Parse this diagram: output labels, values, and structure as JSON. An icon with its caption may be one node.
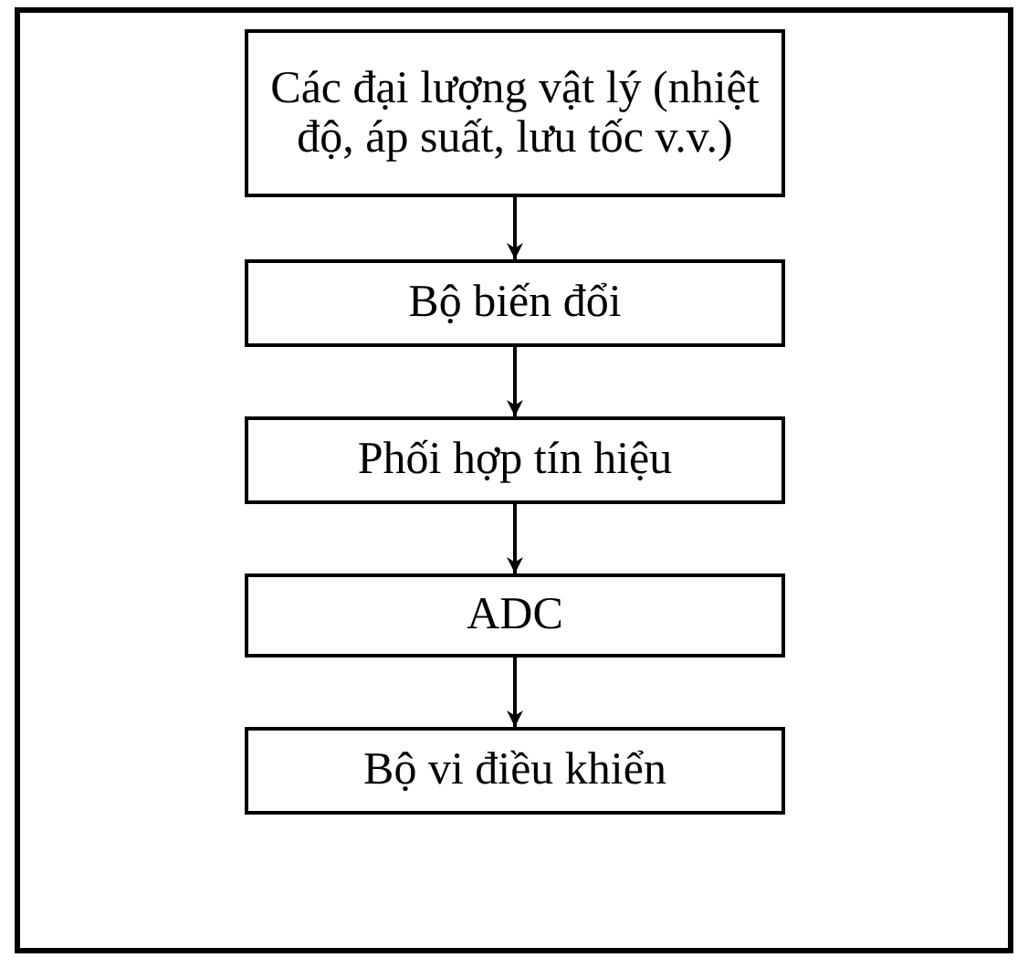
{
  "diagram": {
    "nodes": [
      {
        "text": [
          "Các đại lượng vật lý (nhiệt độ, áp suất, lưu tốc v.v.)"
        ]
      },
      {
        "text": [
          "Bộ biến đổi"
        ]
      },
      {
        "text": [
          "Phối hợp tín hiệu"
        ]
      },
      {
        "text": [
          "ADC"
        ]
      },
      {
        "text": [
          "Bộ vi điều khiển"
        ]
      }
    ],
    "edges": [
      {
        "from": 0,
        "to": 1,
        "arrow": "to"
      },
      {
        "from": 1,
        "to": 2,
        "arrow": "to"
      },
      {
        "from": 2,
        "to": 3,
        "arrow": "to"
      },
      {
        "from": 3,
        "to": 4,
        "arrow": "to"
      }
    ]
  }
}
